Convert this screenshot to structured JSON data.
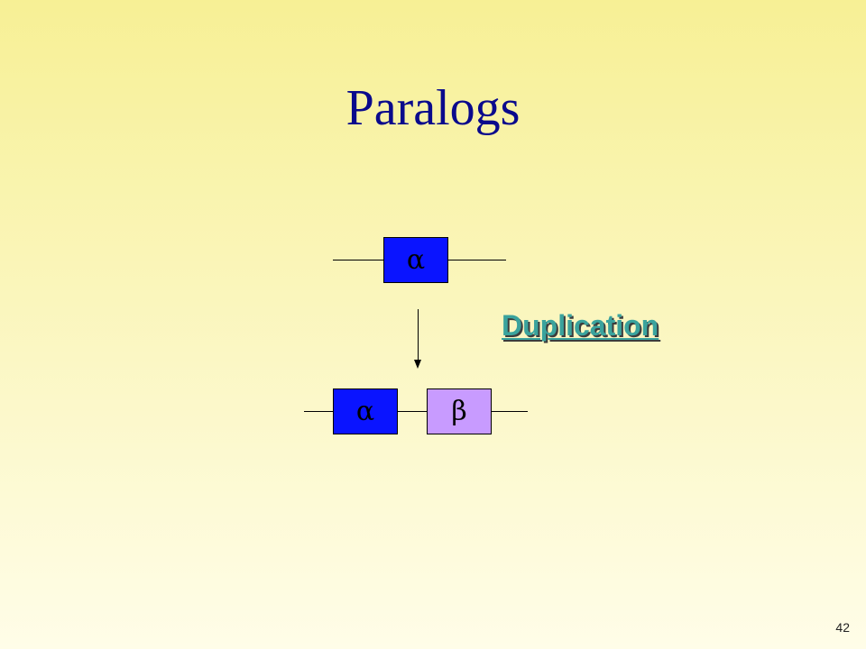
{
  "slide": {
    "title": "Paralogs",
    "page_number": "42"
  },
  "diagram": {
    "before": {
      "genes": [
        {
          "symbol": "α",
          "color": "#0a14ff"
        }
      ]
    },
    "process_label": "Duplication",
    "after": {
      "genes": [
        {
          "symbol": "α",
          "color": "#0a14ff"
        },
        {
          "symbol": "β",
          "color": "#c89bff"
        }
      ]
    }
  },
  "colors": {
    "title": "#0a0a8c",
    "alpha_box": "#0a14ff",
    "beta_box": "#c89bff",
    "label": "#3aa39d"
  }
}
